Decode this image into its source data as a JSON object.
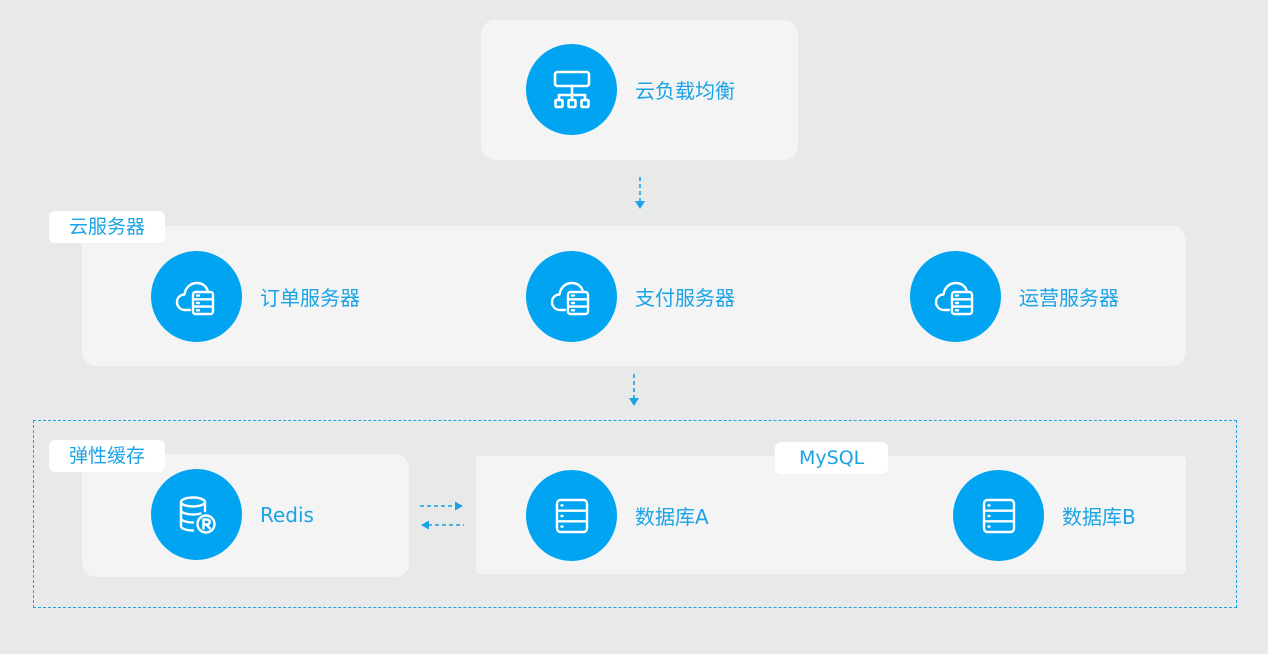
{
  "colors": {
    "accent": "#00a4f0",
    "text": "#1aa3e6",
    "background": "#e8e9e9",
    "panel": "#f4f4f4"
  },
  "load_balancer": {
    "label": "云负载均衡",
    "icon": "network-hierarchy-icon"
  },
  "cloud_servers": {
    "group_label": "云服务器",
    "servers": [
      {
        "label": "订单服务器",
        "icon": "cloud-server-icon"
      },
      {
        "label": "支付服务器",
        "icon": "cloud-server-icon"
      },
      {
        "label": "运营服务器",
        "icon": "cloud-server-icon"
      }
    ]
  },
  "cache": {
    "group_label": "弹性缓存",
    "node_label": "Redis",
    "icon": "redis-database-icon"
  },
  "mysql": {
    "group_label": "MySQL",
    "databases": [
      {
        "label": "数据库A",
        "icon": "database-icon"
      },
      {
        "label": "数据库B",
        "icon": "database-icon"
      }
    ]
  }
}
